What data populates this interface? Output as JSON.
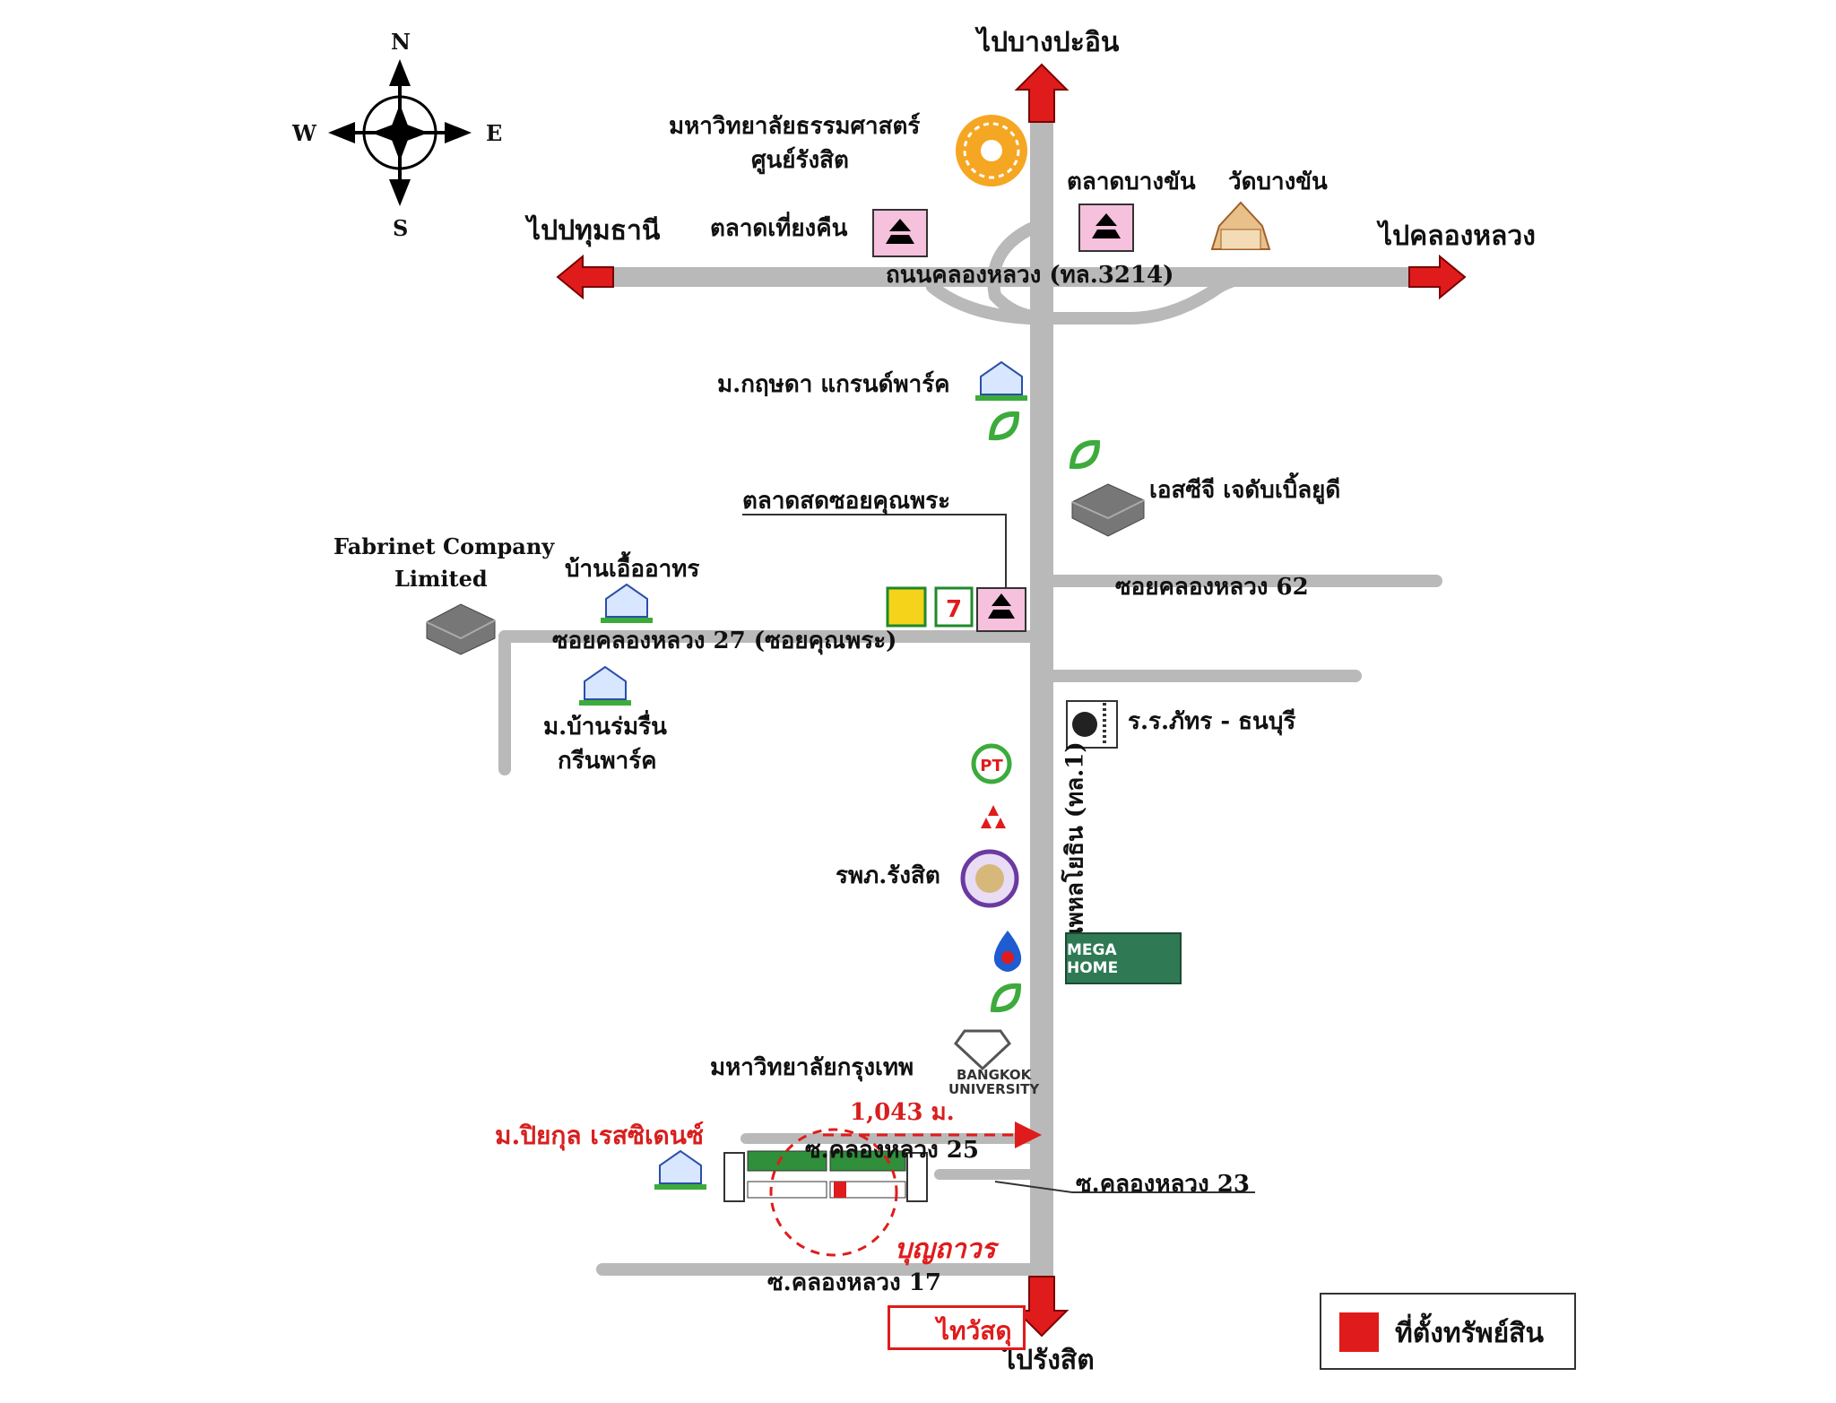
{
  "compass": {
    "n": "N",
    "s": "S",
    "e": "E",
    "w": "W"
  },
  "directions": {
    "north": "ไปบางปะอิน",
    "south": "ไปรังสิต",
    "east": "ไปคลองหลวง",
    "west": "ไปปทุมธานี"
  },
  "roads": {
    "main_ew": "ถนนคลองหลวง (ทล.3214)",
    "main_ns": "ถนนพหลโยธิน (ทล.1)",
    "soi62": "ซอยคลองหลวง 62",
    "soi27": "ซอยคลองหลวง 27 (ซอยคุณพระ)",
    "soi25": "ซ.คลองหลวง 25",
    "soi23": "ซ.คลองหลวง 23",
    "soi17": "ซ.คลองหลวง 17"
  },
  "places": {
    "tu_1": "มหาวิทยาลัยธรรมศาสตร์",
    "tu_2": "ศูนย์รังสิต",
    "market_bangkhan": "ตลาดบางขัน",
    "wat_bangkhan": "วัดบางขัน",
    "market_thiangkhuen": "ตลาดเที่ยงคืน",
    "krisda": "ม.กฤษดา แกรนด์พาร์ค",
    "scg": "เอสซีจี เจดับเบิ้ลยูดี",
    "market_khunphra": "ตลาดสดซอยคุณพระ",
    "fabrinet_1": "Fabrinet Company",
    "fabrinet_2": "Limited",
    "baan_uea": "บ้านเอื้ออาทร",
    "baanromrin_1": "ม.บ้านร่มรื่น",
    "baanromrin_2": "กรีนพาร์ค",
    "school": "ร.ร.ภัทร - ธนบุรี",
    "hospital": "รพภ.รังสิต",
    "bu": "มหาวิทยาลัยกรุงเทพ",
    "bu_logo_1": "BANGKOK",
    "bu_logo_2": "UNIVERSITY",
    "piyakul": "ม.ปิยกุล เรสซิเดนซ์",
    "megahome": "MEGA HOME",
    "boonthavorn": "บุญถาวร",
    "thaiwatsadu": "ไทวัสดุ",
    "distance": "1,043 ม."
  },
  "legend": {
    "label": "ที่ตั้งทรัพย์สิน",
    "color": "#e01b1b"
  },
  "colors": {
    "road": "#b9b9b9",
    "arrow": "#e01b1b",
    "property": "#e01b1b",
    "green": "#2f8f3a"
  }
}
